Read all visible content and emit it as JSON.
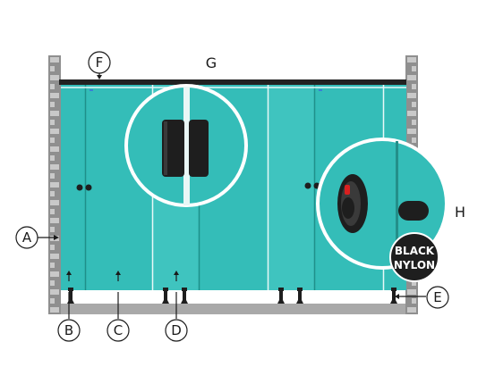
{
  "labels": {
    "A": "A",
    "B": "B",
    "C": "C",
    "D": "D",
    "E": "E",
    "F": "F",
    "G": "G",
    "H": "H"
  },
  "badge": {
    "line1": "BLACK",
    "line2": "NYLON"
  },
  "colors": {
    "panel": "#34bdb8",
    "panel_dark": "#239c97",
    "wall": "#9a9a9a",
    "floor": "#a9a9a9",
    "rail": "#222222",
    "hardware": "#1e1e1e",
    "badge_bg": "#1e1e1e"
  },
  "icons": {
    "wall_left": "brick-wall-icon",
    "wall_right": "brick-wall-icon",
    "zoom_left": "door-handle-magnified-icon",
    "zoom_right": "indicator-lock-magnified-icon"
  }
}
